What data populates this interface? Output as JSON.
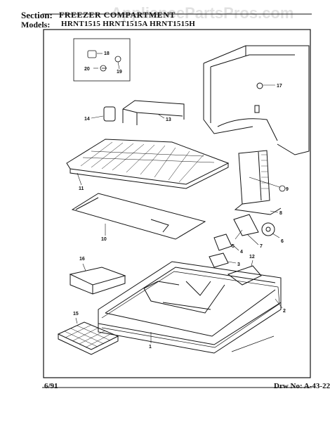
{
  "header": {
    "section_label": "Section:",
    "section_value": "FREEZER COMPARTMENT",
    "models_label": "Models:",
    "models_value": "HRNT1515  HRNT1515A  HRNT1515H"
  },
  "watermark": "AppliancePartsPros.com",
  "footer": {
    "date": "6/91",
    "drawing_label": "Drw No:",
    "drawing_number": "A-43-22"
  },
  "callouts": [
    "1",
    "2",
    "3",
    "4",
    "5",
    "6",
    "7",
    "8",
    "9",
    "10",
    "11",
    "12",
    "13",
    "14",
    "15",
    "16",
    "17",
    "18",
    "19",
    "20"
  ]
}
